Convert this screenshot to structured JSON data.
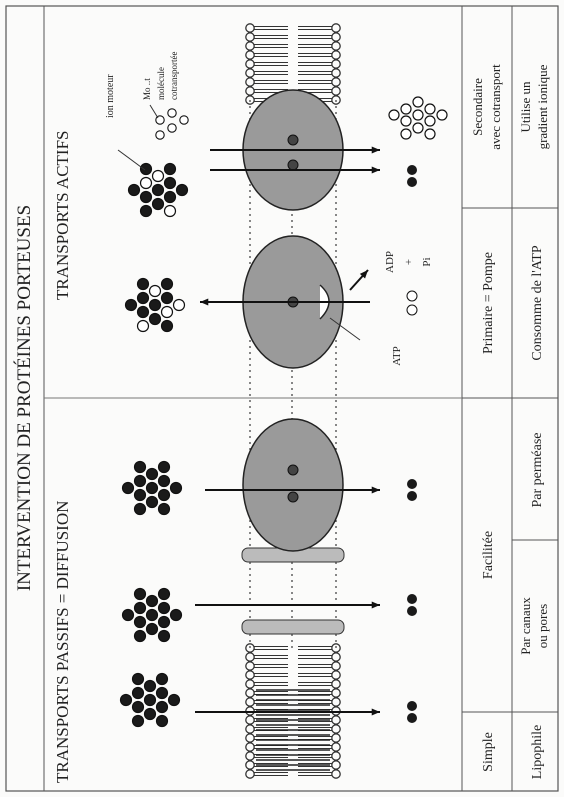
{
  "title": "INTERVENTION DE PROTÉINES PORTEUSES",
  "sections": {
    "passive": "TRANSPORTS PASSIFS = DIFFUSION",
    "active": "TRANSPORTS ACTIFS"
  },
  "labels": {
    "ion_moteur": "ion moteur",
    "molecule_cotransportee_1": "Mo ..t",
    "molecule_cotransportee_2": "molécule",
    "molecule_cotransportee_3": "cotransportée",
    "atp": "ATP",
    "adp": "ADP",
    "plus": "+",
    "pi": "Pi"
  },
  "table": {
    "row1": [
      "Simple",
      "Facilitée",
      "Primaire = Pompe",
      "Secondaire",
      "avec cotransport"
    ],
    "row2": [
      "Lipophile",
      "Par canaux",
      "ou pores",
      "Par perméase",
      "Consomme de l'ATP",
      "Utilise un",
      "gradient ionique"
    ]
  }
}
